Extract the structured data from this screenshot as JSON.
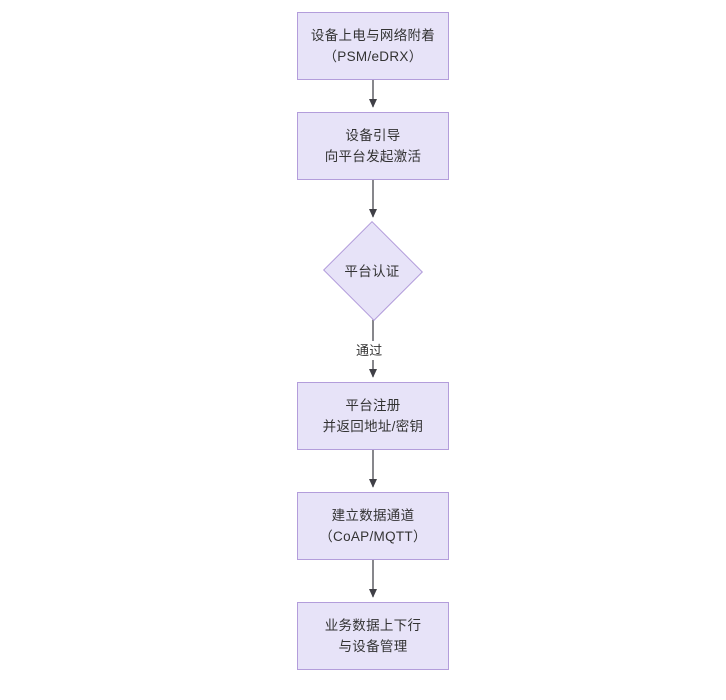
{
  "diagram": {
    "type": "flowchart",
    "orientation": "top-to-bottom",
    "background_color": "#ffffff",
    "node_fill_color": "#e7e3f8",
    "node_border_color": "#b39ddb",
    "node_text_color": "#333333",
    "connector_color": "#3f3f46",
    "nodes": [
      {
        "id": "n1",
        "shape": "rectangle",
        "line1": "设备上电与网络附着",
        "line2": "（PSM/eDRX）"
      },
      {
        "id": "n2",
        "shape": "rectangle",
        "line1": "设备引导",
        "line2": "向平台发起激活"
      },
      {
        "id": "n3",
        "shape": "diamond",
        "line1": "平台认证",
        "line2": ""
      },
      {
        "id": "n4",
        "shape": "rectangle",
        "line1": "平台注册",
        "line2": "并返回地址/密钥"
      },
      {
        "id": "n5",
        "shape": "rectangle",
        "line1": "建立数据通道",
        "line2": "（CoAP/MQTT）"
      },
      {
        "id": "n6",
        "shape": "rectangle",
        "line1": "业务数据上下行",
        "line2": "与设备管理"
      }
    ],
    "edges": [
      {
        "from": "n1",
        "to": "n2",
        "label": ""
      },
      {
        "from": "n2",
        "to": "n3",
        "label": ""
      },
      {
        "from": "n3",
        "to": "n4",
        "label": "通过"
      },
      {
        "from": "n4",
        "to": "n5",
        "label": ""
      },
      {
        "from": "n5",
        "to": "n6",
        "label": ""
      }
    ]
  }
}
